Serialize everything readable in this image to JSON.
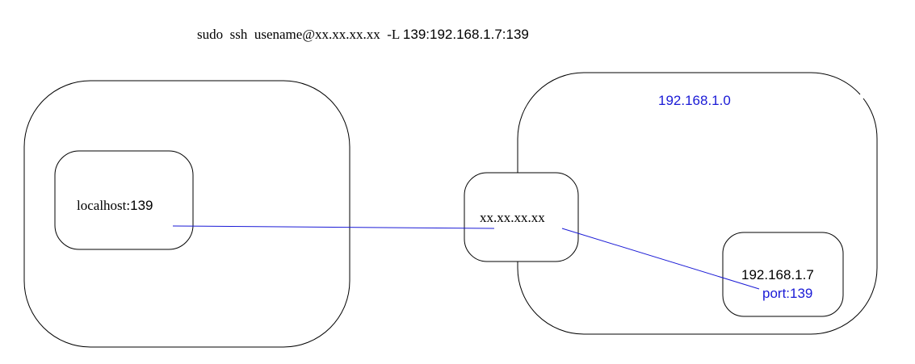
{
  "command": {
    "text_serif": "sudo  ssh  usename@xx.xx.xx.xx  -L ",
    "text_sans": "139:192.168.1.7:139"
  },
  "local": {
    "host_serif": "localhost:",
    "host_port": "139"
  },
  "gateway": {
    "label": "xx.xx.xx.xx"
  },
  "network": {
    "label": "192.168.1.0"
  },
  "target": {
    "ip": "192.168.1.7",
    "port": "port:139"
  },
  "colors": {
    "stroke": "#000000",
    "link": "#1a1ad6",
    "accent_text": "#1a1ad6",
    "text": "#000000"
  }
}
